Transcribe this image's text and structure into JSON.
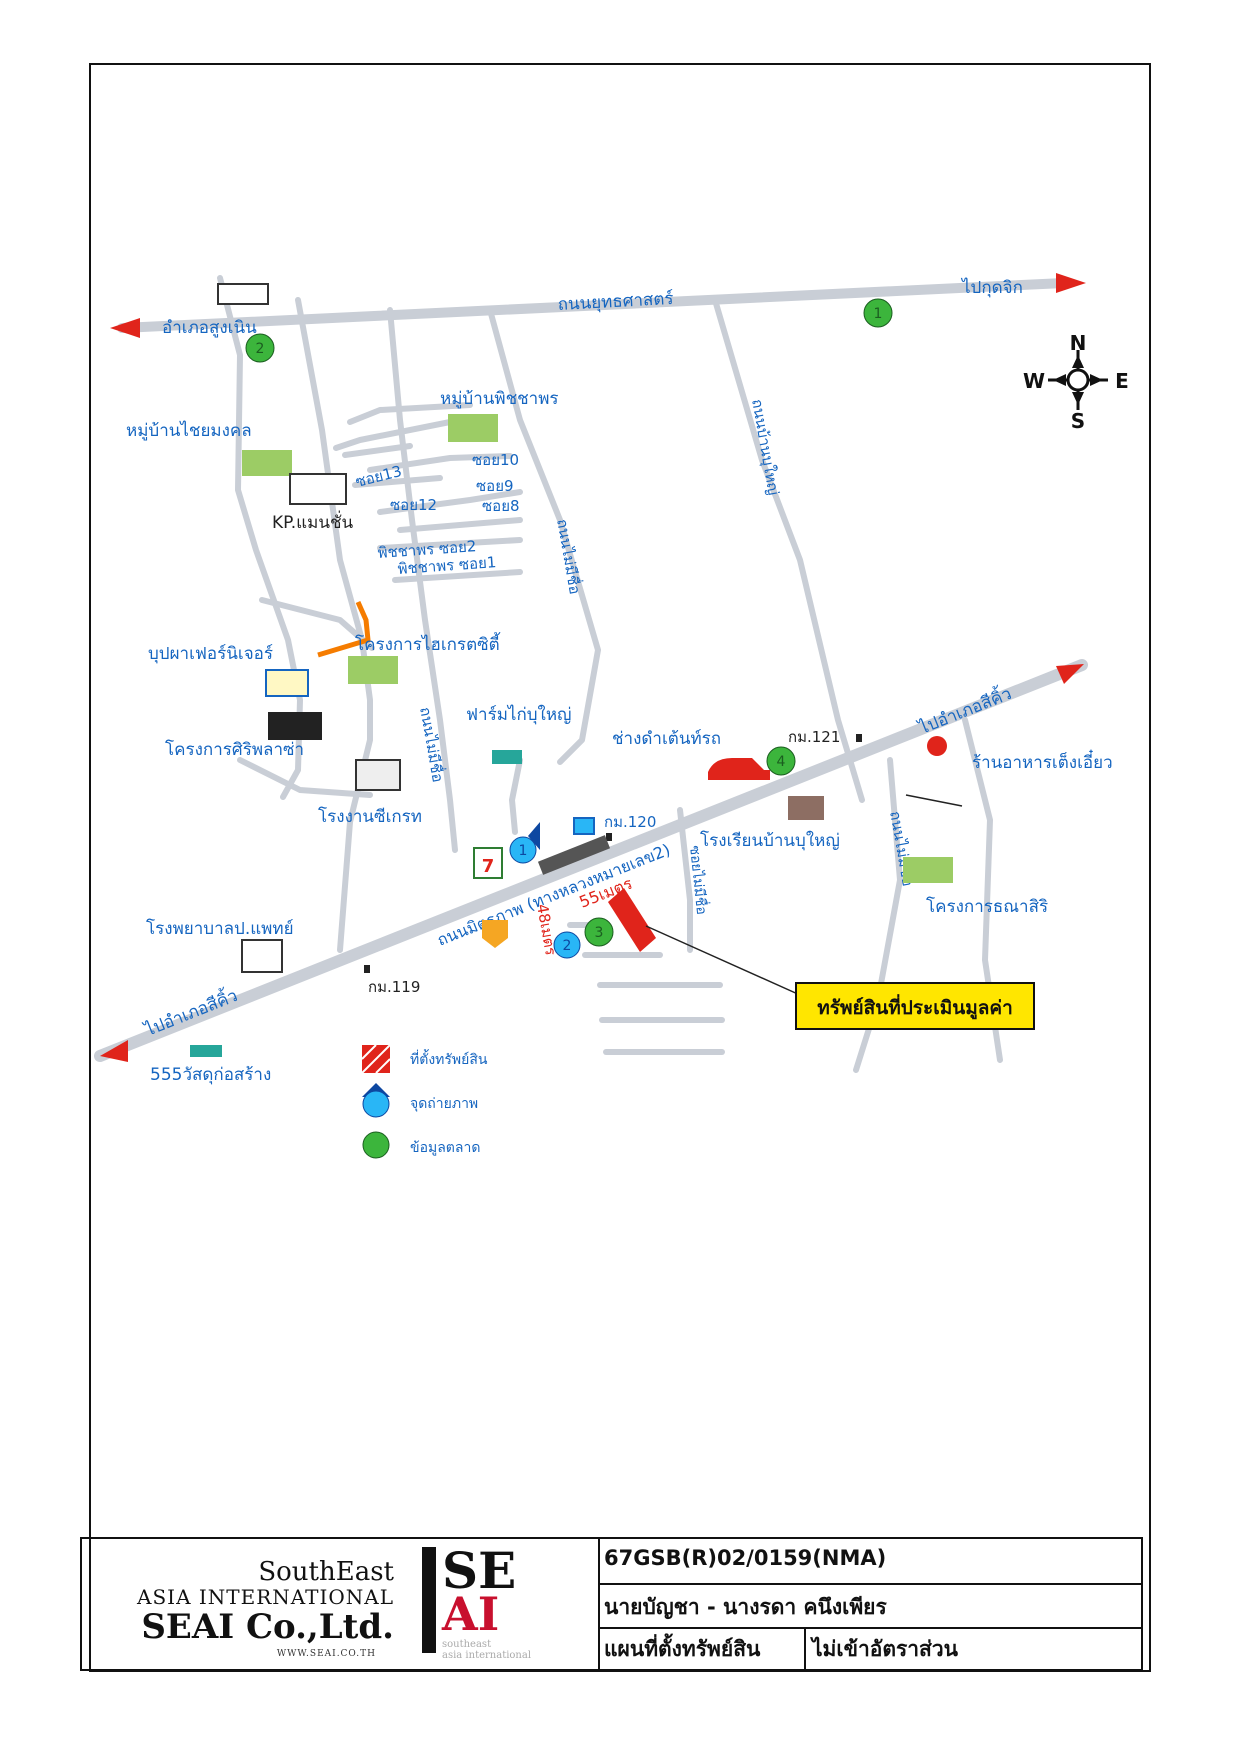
{
  "map": {
    "compass": {
      "n": "N",
      "s": "S",
      "e": "E",
      "w": "W"
    },
    "roads": {
      "yuttasart": "ถนนยุทธศาสตร์",
      "to_kudjik": "ไปกุดจิก",
      "to_sungnoen": "อำเภอสูงเนิน",
      "mittraphap": "ถนนมิตรภาพ (ทางหลวงหมายเลข2)",
      "to_sikhio_ne": "ไปอำเภอสีคิ้ว",
      "to_sikhio_sw": "ไปอำเภอสีคิ้ว",
      "ban_bu_yai": "ถนนบ้านบุใหญ่",
      "mai_mi_chue_1": "ถนนไม่มีชื่อ",
      "mai_mi_chue_2": "ถนนไม่มีชื่อ",
      "mai_mi_chue_3": "ถนนไม่มีชื่อ",
      "soi_mai_mi_chue": "ซอยไม่มีชื่อ",
      "soi13": "ซอย13",
      "soi12": "ซอย12",
      "soi10": "ซอย10",
      "soi9": "ซอย9",
      "soi8": "ซอย8",
      "phitchaphon_soi2": "พิชชาพร ซอย2",
      "phitchaphon_soi1": "พิชชาพร ซอย1"
    },
    "places": {
      "mb_phitchaphon": "หมู่บ้านพิชชาพร",
      "mb_chaimongkhon": "หมู่บ้านไชยมงคล",
      "kp_mansion": "KP.แมนชั่น",
      "buppha_furniture": "บุปผาเฟอร์นิเจอร์",
      "hi_great_city": "โครงการไฮเกรตซิตี้",
      "siri_plaza": "โครงการศิริพลาซ่า",
      "chicken_farm": "ฟาร์มไก่บุใหญ่",
      "car_paint": "ช่างดำเต้นท์รถ",
      "km121": "กม.121",
      "restaurant": "ร้านอาหารเต็งเอี๋ยว",
      "zeegrete": "โรงงานซีเกรท",
      "km120": "กม.120",
      "school": "โรงเรียนบ้านบุใหญ่",
      "thanasiri": "โครงการธณาสิริ",
      "hospital": "โรงพยาบาลป.แพทย์",
      "km119": "กม.119",
      "construction": "555วัสดุก่อสร้าง"
    },
    "distances": {
      "d48": "48เมตร",
      "d55": "55เมตร"
    },
    "markers": {
      "market1": "1",
      "market2": "2",
      "market3": "3",
      "market4": "4",
      "photo1": "1",
      "photo2": "2"
    },
    "subject_label": "ทรัพย์สินที่ประเมินมูลค่า",
    "legend": {
      "property": "ที่ตั้งทรัพย์สิน",
      "photo": "จุดถ่ายภาพ",
      "market": "ข้อมูลตลาด"
    },
    "colors": {
      "road": "#c9ced6",
      "label_blue": "#1565c0",
      "arrow_red": "#e0241b",
      "market_green": "#3cb53c",
      "photo_cyan": "#29b6f6",
      "highlight_yellow": "#ffe600"
    }
  },
  "footer": {
    "company_line1": "SouthEast",
    "company_line2": "ASIA INTERNATIONAL",
    "company_line3": "SEAI Co.,Ltd.",
    "company_url": "WWW.SEAI.CO.TH",
    "logo_se": "SE",
    "logo_ai": "AI",
    "logo_sub1": "southeast",
    "logo_sub2": "asia international",
    "ref_no": "67GSB(R)02/0159(NMA)",
    "owner": "นายบัญชา - นางรดา คนึงเพียร",
    "doc_title": "แผนที่ตั้งทรัพย์สิน",
    "scale_note": "ไม่เข้าอัตราส่วน"
  }
}
